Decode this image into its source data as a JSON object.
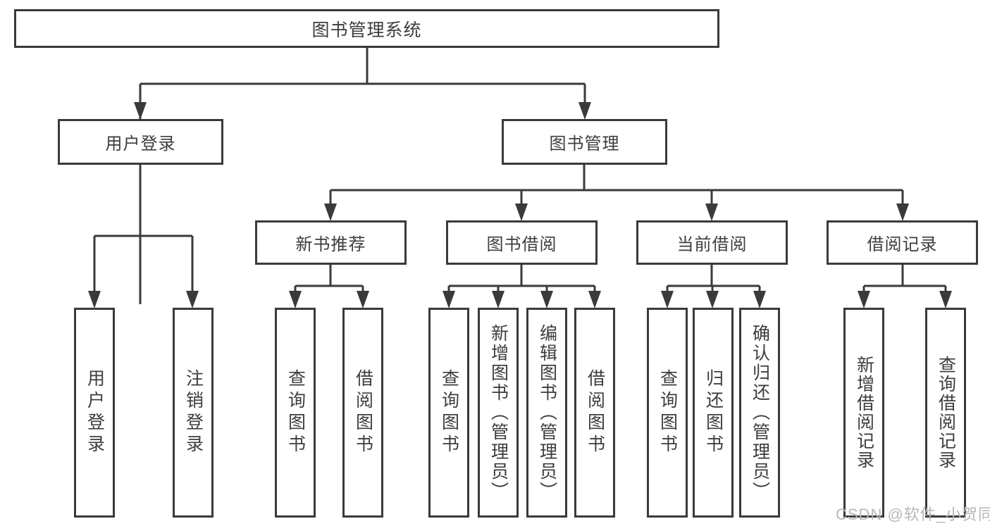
{
  "diagram": {
    "title": "图书管理系统",
    "nodes": {
      "root": "图书管理系统",
      "user_login": "用户登录",
      "book_management": "图书管理",
      "new_book_recommend": "新书推荐",
      "book_borrowing": "图书借阅",
      "current_borrowing": "当前借阅",
      "borrowing_records": "借阅记录",
      "ul_user_login": "用户登录",
      "ul_logout": "注销登录",
      "nbr_query_books": "查询图书",
      "nbr_borrow_books": "借阅图书",
      "bb_query_books": "查询图书",
      "bb_add_books": "新增图书（管理员）",
      "bb_edit_books": "编辑图书（管理员）",
      "bb_borrow_books": "借阅图书",
      "cb_query_books": "查询图书",
      "cb_return_books": "归还图书",
      "cb_confirm_return": "确认归还（管理员）",
      "br_add_record": "新增借阅记录",
      "br_query_record": "查询借阅记录"
    },
    "hierarchy": {
      "图书管理系统": {
        "用户登录": [
          "用户登录",
          "注销登录"
        ],
        "图书管理": {
          "新书推荐": [
            "查询图书",
            "借阅图书"
          ],
          "图书借阅": [
            "查询图书",
            "新增图书（管理员）",
            "编辑图书（管理员）",
            "借阅图书"
          ],
          "当前借阅": [
            "查询图书",
            "归还图书",
            "确认归还（管理员）"
          ],
          "借阅记录": [
            "新增借阅记录",
            "查询借阅记录"
          ]
        }
      }
    },
    "colors": {
      "line": "#3a3a3a",
      "box_background": "#ffffff",
      "text": "#3d3d3d",
      "watermark": "#b7b7b7"
    }
  },
  "watermark": {
    "text": "CSDN @软件_小贺同学"
  }
}
